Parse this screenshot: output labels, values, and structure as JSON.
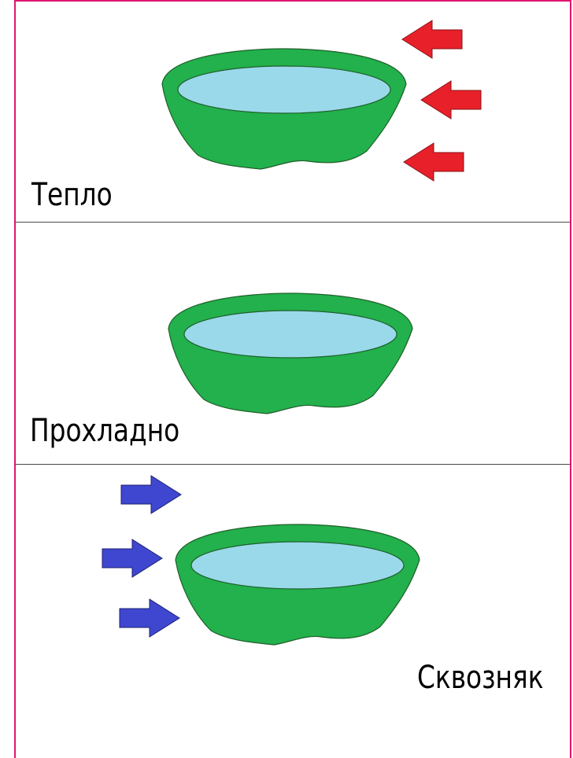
{
  "panels": [
    {
      "label": "Тепло",
      "arrow_color": "#e8202a",
      "arrow_direction": "left"
    },
    {
      "label": "Прохладно"
    },
    {
      "label": "Сквозняк",
      "arrow_color": "#3f47d0",
      "arrow_direction": "right"
    }
  ],
  "colors": {
    "bowl_outer": "#22b14c",
    "bowl_water": "#99d9ea",
    "frame": "#e0156e"
  }
}
